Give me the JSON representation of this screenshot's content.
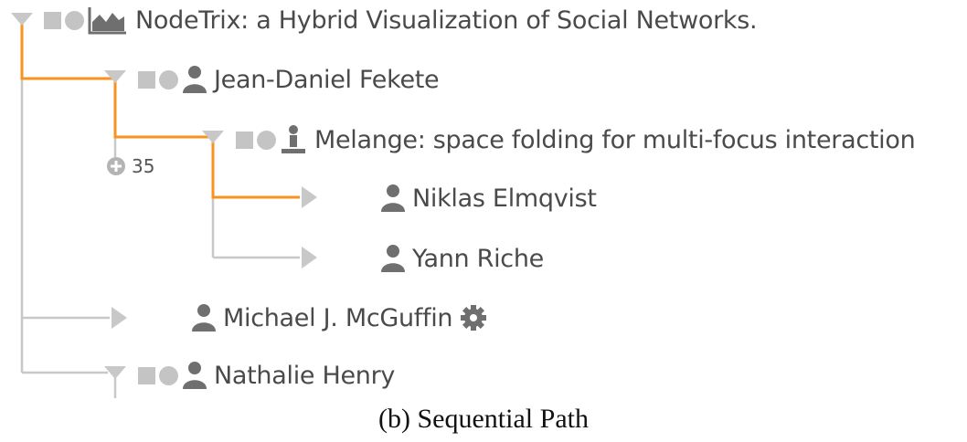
{
  "nodes": {
    "root": {
      "label": "NodeTrix: a Hybrid Visualization of Social Networks."
    },
    "fekete": {
      "label": "Jean-Daniel Fekete"
    },
    "melange": {
      "label": "Melange: space folding for multi-focus interaction"
    },
    "elmqvist": {
      "label": "Niklas Elmqvist"
    },
    "riche": {
      "label": "Yann Riche"
    },
    "mcguffin": {
      "label": "Michael J. McGuffin"
    },
    "henry": {
      "label": "Nathalie Henry"
    }
  },
  "collapsed_count": "35",
  "caption": "(b)  Sequential Path",
  "colors": {
    "path_highlight": "#f7931e",
    "line_gray": "#c8c8c8",
    "icon_gray": "#6f6f6f",
    "light_gray": "#c4c4c4"
  }
}
